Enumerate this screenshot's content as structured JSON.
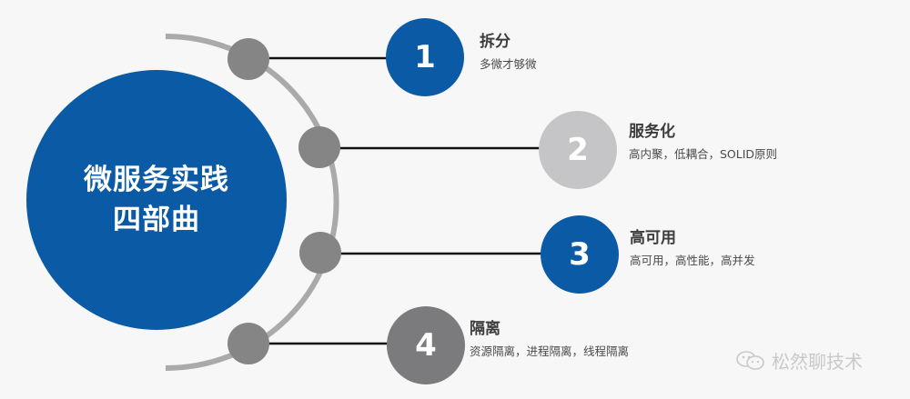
{
  "diagram": {
    "center_title_line1": "微服务实践",
    "center_title_line2": "四部曲",
    "steps": [
      {
        "number": "1",
        "title": "拆分",
        "desc": "多微才够微",
        "color": "#0b5aa6"
      },
      {
        "number": "2",
        "title": "服务化",
        "desc": "高内聚，低耦合，SOLID原则",
        "color": "#c5c5c7"
      },
      {
        "number": "3",
        "title": "高可用",
        "desc": "高可用，高性能，高并发",
        "color": "#0b5aa6"
      },
      {
        "number": "4",
        "title": "隔离",
        "desc": "资源隔离，进程隔离，线程隔离",
        "color": "#7b7b7d"
      }
    ]
  },
  "colors": {
    "primary_blue": "#0b5aa6",
    "arc_gray": "#aaaaaa",
    "dot_gray": "#858585",
    "connector": "#111111"
  },
  "watermark": {
    "icon": "wechat-icon",
    "text": "松然聊技术"
  }
}
